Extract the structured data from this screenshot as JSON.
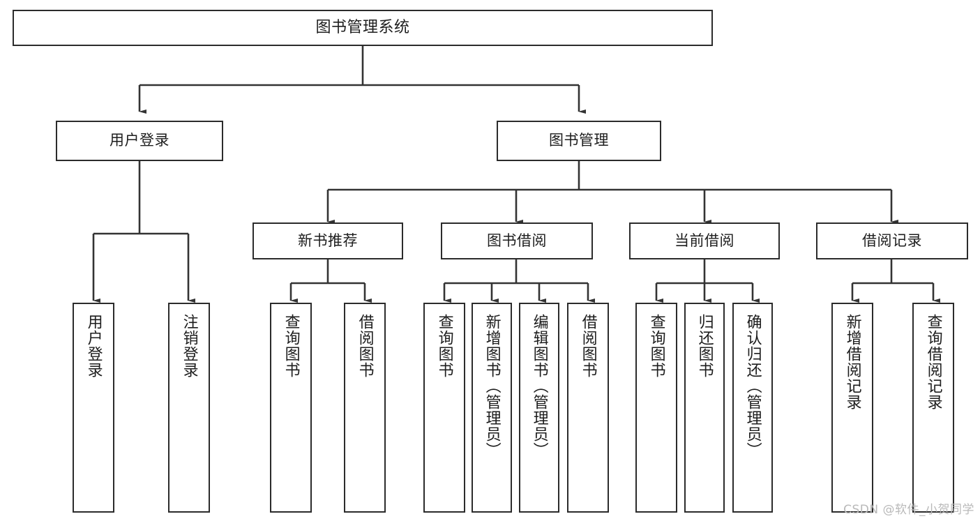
{
  "diagram": {
    "title": "图书管理系统",
    "type": "功能结构图",
    "watermark": "CSDN @软件_小贺同学",
    "colors": {
      "background": "#ffffff",
      "box_border": "#2b2b2b",
      "box_fill": "#ffffff",
      "connector": "#333333",
      "text": "#1d1d1d",
      "watermark": "#b9b9b9"
    }
  },
  "nodes": {
    "root": {
      "label": "图书管理系统"
    },
    "level2": [
      {
        "id": "user-login",
        "label": "用户登录"
      },
      {
        "id": "book-management",
        "label": "图书管理"
      }
    ],
    "level3": [
      {
        "id": "new-book-recommend",
        "label": "新书推荐"
      },
      {
        "id": "book-borrow",
        "label": "图书借阅"
      },
      {
        "id": "current-borrow",
        "label": "当前借阅"
      },
      {
        "id": "borrow-record",
        "label": "借阅记录"
      }
    ],
    "leaves": {
      "user_login": [
        {
          "id": "leaf-user-login",
          "label": "用户登录"
        },
        {
          "id": "leaf-logout",
          "label": "注销登录"
        }
      ],
      "new_book_recommend": [
        {
          "id": "leaf-query-book-1",
          "label": "查询图书"
        },
        {
          "id": "leaf-borrow-book-1",
          "label": "借阅图书"
        }
      ],
      "book_borrow": [
        {
          "id": "leaf-query-book-2",
          "label": "查询图书"
        },
        {
          "id": "leaf-add-book",
          "label": "新增图书（管理员）"
        },
        {
          "id": "leaf-edit-book",
          "label": "编辑图书（管理员）"
        },
        {
          "id": "leaf-borrow-book-2",
          "label": "借阅图书"
        }
      ],
      "current_borrow": [
        {
          "id": "leaf-query-book-3",
          "label": "查询图书"
        },
        {
          "id": "leaf-return-book",
          "label": "归还图书"
        },
        {
          "id": "leaf-confirm-return",
          "label": "确认归还（管理员）"
        }
      ],
      "borrow_record": [
        {
          "id": "leaf-add-record",
          "label": "新增借阅记录"
        },
        {
          "id": "leaf-query-record",
          "label": "查询借阅记录"
        }
      ]
    }
  }
}
